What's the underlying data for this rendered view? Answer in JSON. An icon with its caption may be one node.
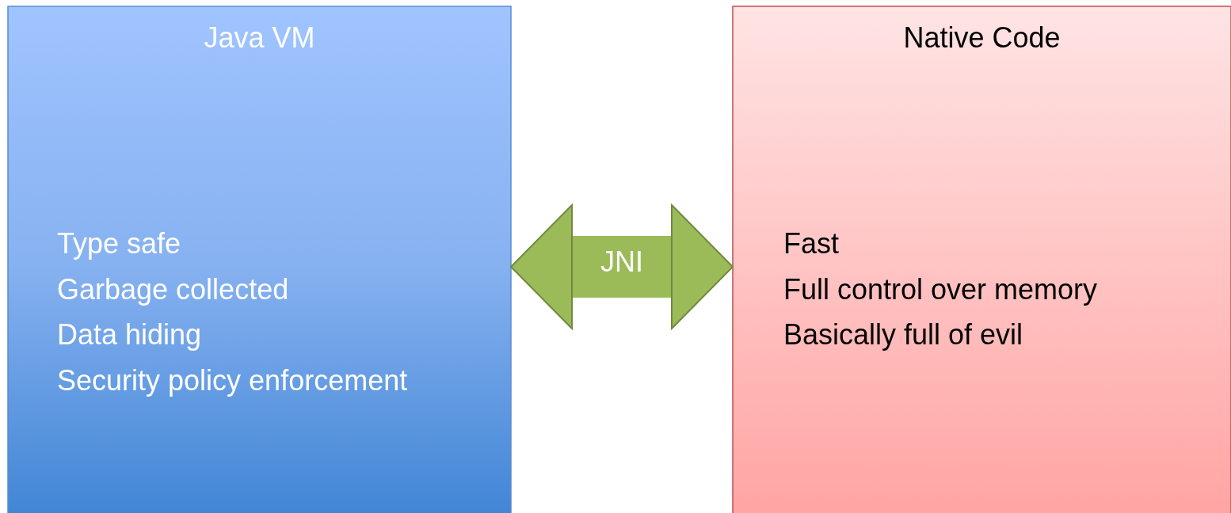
{
  "diagram": {
    "nodes": [
      {
        "text": [
          "Java VM",
          "Type safe",
          "Garbage collected",
          "Data hiding",
          "Security policy enforcement"
        ]
      },
      {
        "text": [
          "Native Code",
          "Fast",
          "Full control over memory",
          "Basically full of evil"
        ]
      }
    ],
    "edges": [
      {
        "from": 0,
        "to": 1,
        "arrow": "both",
        "label": "JNI"
      }
    ]
  }
}
